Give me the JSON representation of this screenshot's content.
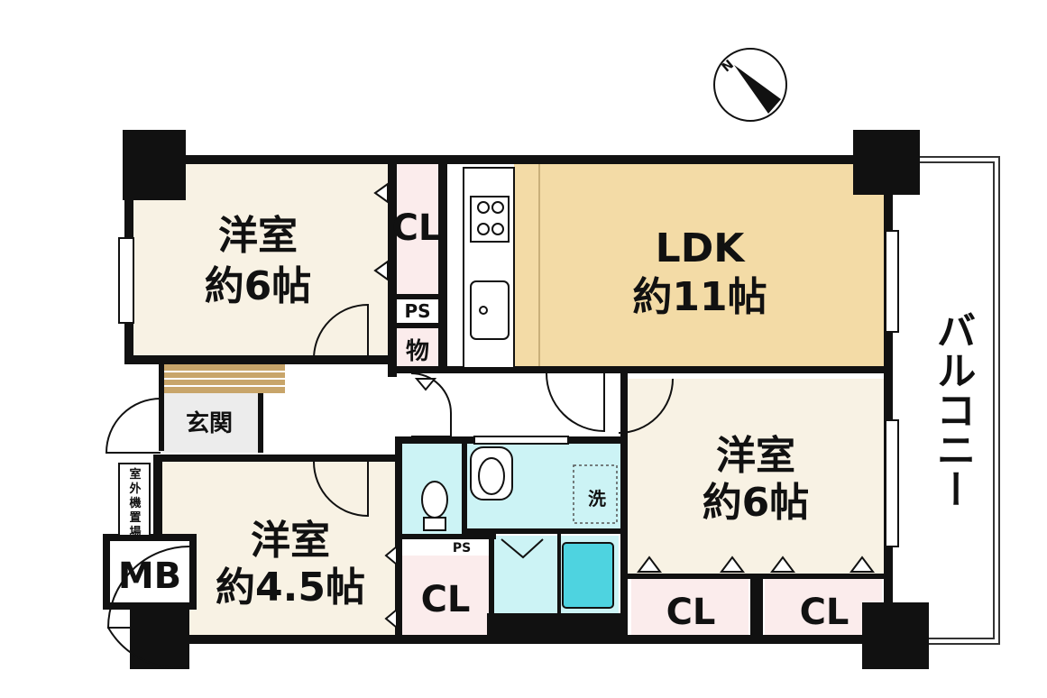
{
  "rooms": {
    "bedroom_nw": {
      "name": "洋室",
      "size": "約6帖"
    },
    "ldk": {
      "name": "LDK",
      "size": "約11帖"
    },
    "bedroom_se": {
      "name": "洋室",
      "size": "約6帖"
    },
    "bedroom_sw": {
      "name": "洋室",
      "size": "約4.5帖"
    },
    "entrance": "玄関",
    "balcony": "バルコニー",
    "outdoor_unit": [
      "室",
      "外",
      "機",
      "置",
      "場"
    ]
  },
  "closets": {
    "cl_north": "CL",
    "cl_sw": "CL",
    "cl_s1": "CL",
    "cl_s2": "CL"
  },
  "utility": {
    "ps_upper": "PS",
    "ps_lower": "PS",
    "storage": "物",
    "laundry": "洗",
    "meter_box": "MB"
  },
  "compass": {
    "label": "N"
  },
  "colors": {
    "ldk": "#f3dba6",
    "bedroom": "#f8f2e4",
    "closet": "#fbecec",
    "wet": "#ccf3f5",
    "bath": "#4ed3e0",
    "entrance": "#ececec",
    "wall": "#111111"
  }
}
